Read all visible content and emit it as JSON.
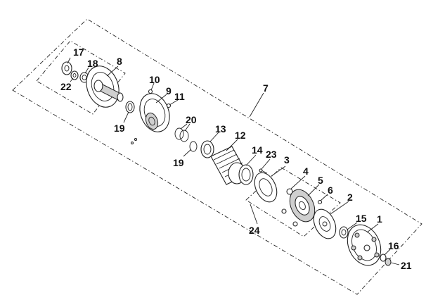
{
  "labels": {
    "p1": "1",
    "p2": "2",
    "p3": "3",
    "p4": "4",
    "p5": "5",
    "p6": "6",
    "p7": "7",
    "p8": "8",
    "p9": "9",
    "p10": "10",
    "p11": "11",
    "p12": "12",
    "p13": "13",
    "p14": "14",
    "p15": "15",
    "p16": "16",
    "p17": "17",
    "p18": "18",
    "p19a": "19",
    "p19b": "19",
    "p20": "20",
    "p21": "21",
    "p22": "22",
    "p23": "23",
    "p24": "24"
  }
}
